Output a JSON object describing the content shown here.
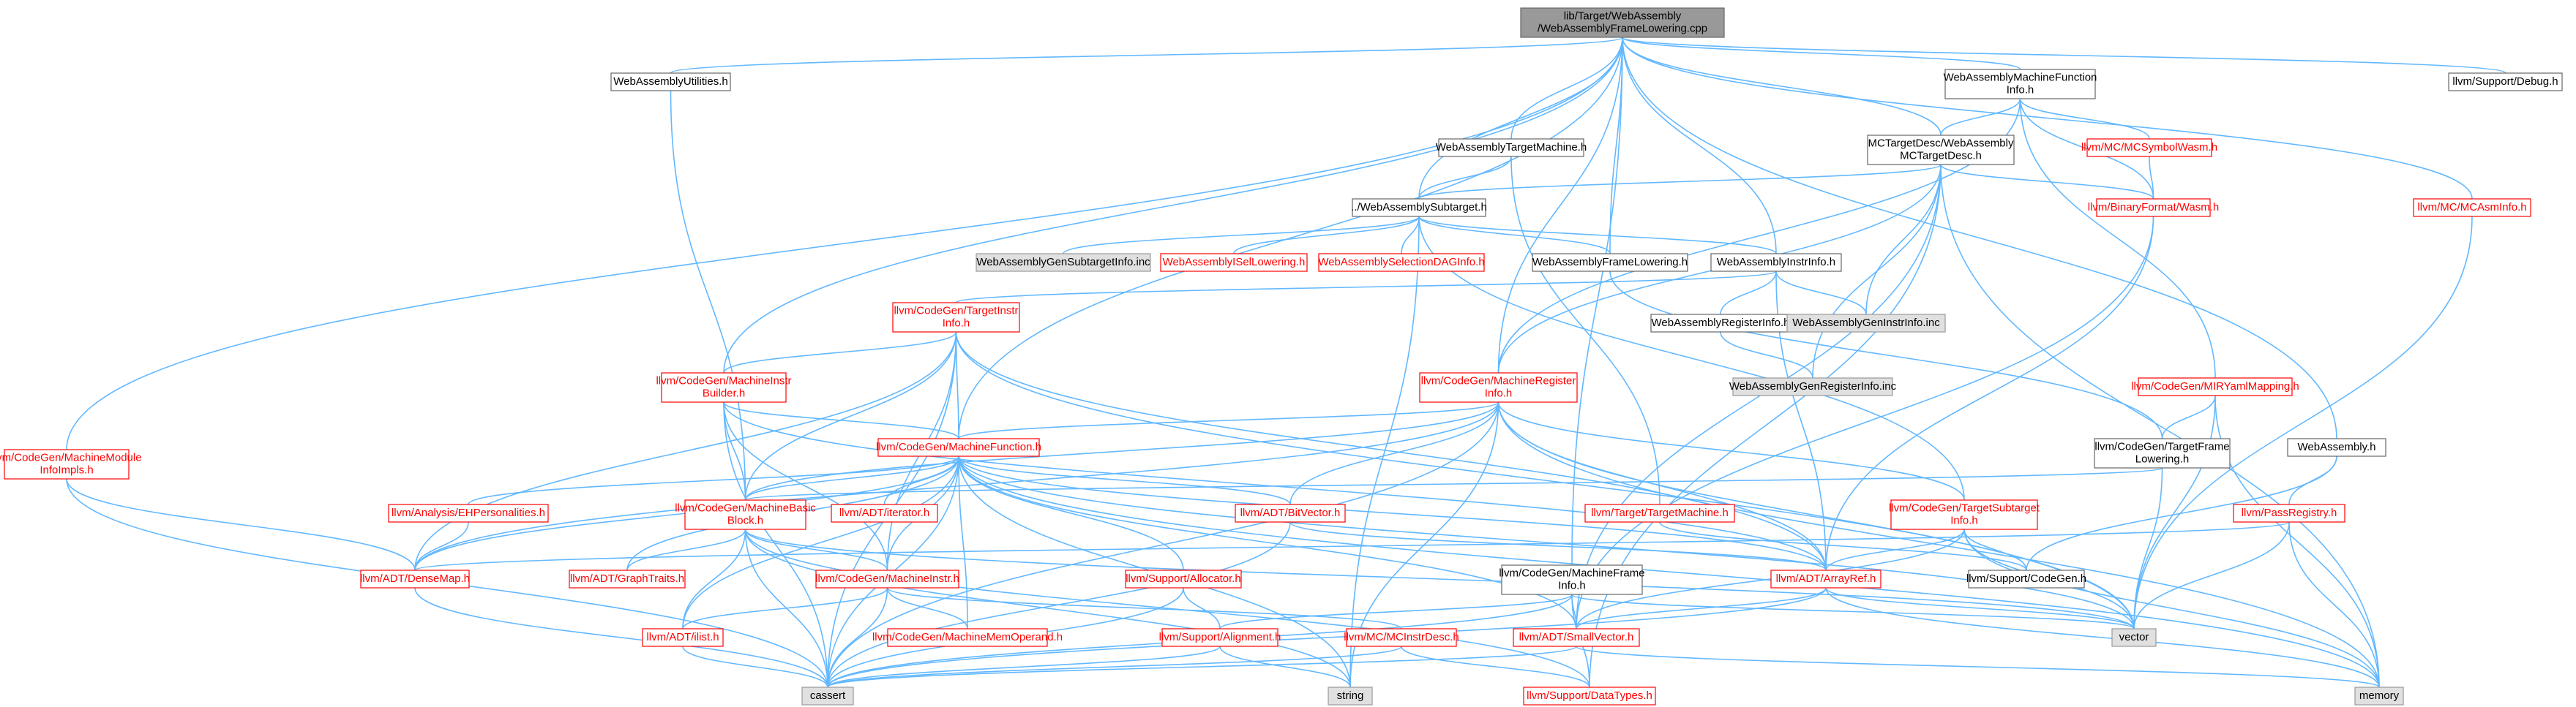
{
  "colors": {
    "edge": "#63b8ff",
    "root_fill": "#999999",
    "normal_border": "#666666",
    "linked_border": "#ff0000",
    "normal_text": "#000000",
    "linked_text": "#ff0000",
    "external_fill": "#e0e0e0",
    "external_border": "#999999"
  },
  "nodes": [
    {
      "id": "root",
      "label": [
        "lib/Target/WebAssembly",
        "/WebAssemblyFrameLowering.cpp"
      ],
      "kind": "root"
    },
    {
      "id": "utilities",
      "label": [
        "WebAssemblyUtilities.h"
      ],
      "kind": "normal"
    },
    {
      "id": "mfi",
      "label": [
        "WebAssemblyMachineFunction",
        "Info.h"
      ],
      "kind": "normal"
    },
    {
      "id": "debug",
      "label": [
        "llvm/Support/Debug.h"
      ],
      "kind": "normal"
    },
    {
      "id": "mmii",
      "label": [
        "llvm/CodeGen/MachineModule",
        "InfoImpls.h"
      ],
      "kind": "linked"
    },
    {
      "id": "tm",
      "label": [
        "WebAssemblyTargetMachine.h"
      ],
      "kind": "normal"
    },
    {
      "id": "mctd",
      "label": [
        "MCTargetDesc/WebAssembly",
        "MCTargetDesc.h"
      ],
      "kind": "normal"
    },
    {
      "id": "mcsw",
      "label": [
        "llvm/MC/MCSymbolWasm.h"
      ],
      "kind": "linked"
    },
    {
      "id": "bfw",
      "label": [
        "llvm/BinaryFormat/Wasm.h"
      ],
      "kind": "linked"
    },
    {
      "id": "mcai",
      "label": [
        "llvm/MC/MCAsmInfo.h"
      ],
      "kind": "linked"
    },
    {
      "id": "subtarget",
      "label": [
        "../WebAssemblySubtarget.h"
      ],
      "kind": "normal"
    },
    {
      "id": "gensub",
      "label": [
        "WebAssemblyGenSubtargetInfo.inc"
      ],
      "kind": "external"
    },
    {
      "id": "isel",
      "label": [
        "WebAssemblyISelLowering.h"
      ],
      "kind": "linked"
    },
    {
      "id": "seldag",
      "label": [
        "WebAssemblySelectionDAGInfo.h"
      ],
      "kind": "linked"
    },
    {
      "id": "fl",
      "label": [
        "WebAssemblyFrameLowering.h"
      ],
      "kind": "normal"
    },
    {
      "id": "instrinfo",
      "label": [
        "WebAssemblyInstrInfo.h"
      ],
      "kind": "normal"
    },
    {
      "id": "tii",
      "label": [
        "llvm/CodeGen/TargetInstr",
        "Info.h"
      ],
      "kind": "linked"
    },
    {
      "id": "reginfo",
      "label": [
        "WebAssemblyRegisterInfo.h"
      ],
      "kind": "normal"
    },
    {
      "id": "geninstr",
      "label": [
        "WebAssemblyGenInstrInfo.inc"
      ],
      "kind": "external"
    },
    {
      "id": "mib",
      "label": [
        "llvm/CodeGen/MachineInstr",
        "Builder.h"
      ],
      "kind": "linked"
    },
    {
      "id": "mri",
      "label": [
        "llvm/CodeGen/MachineRegister",
        "Info.h"
      ],
      "kind": "linked"
    },
    {
      "id": "genreg",
      "label": [
        "WebAssemblyGenRegisterInfo.inc"
      ],
      "kind": "external"
    },
    {
      "id": "mir",
      "label": [
        "llvm/CodeGen/MIRYamlMapping.h"
      ],
      "kind": "linked"
    },
    {
      "id": "mf",
      "label": [
        "llvm/CodeGen/MachineFunction.h"
      ],
      "kind": "linked"
    },
    {
      "id": "tfl",
      "label": [
        "llvm/CodeGen/TargetFrame",
        "Lowering.h"
      ],
      "kind": "normal"
    },
    {
      "id": "wasmh",
      "label": [
        "WebAssembly.h"
      ],
      "kind": "normal"
    },
    {
      "id": "ehp",
      "label": [
        "llvm/Analysis/EHPersonalities.h"
      ],
      "kind": "linked"
    },
    {
      "id": "mbb",
      "label": [
        "llvm/CodeGen/MachineBasic",
        "Block.h"
      ],
      "kind": "linked"
    },
    {
      "id": "iter",
      "label": [
        "llvm/ADT/iterator.h"
      ],
      "kind": "linked"
    },
    {
      "id": "bitvec",
      "label": [
        "llvm/ADT/BitVector.h"
      ],
      "kind": "linked"
    },
    {
      "id": "ttm",
      "label": [
        "llvm/Target/TargetMachine.h"
      ],
      "kind": "linked"
    },
    {
      "id": "tsi",
      "label": [
        "llvm/CodeGen/TargetSubtarget",
        "Info.h"
      ],
      "kind": "linked"
    },
    {
      "id": "passreg",
      "label": [
        "llvm/PassRegistry.h"
      ],
      "kind": "linked"
    },
    {
      "id": "densemap",
      "label": [
        "llvm/ADT/DenseMap.h"
      ],
      "kind": "linked"
    },
    {
      "id": "graphtraits",
      "label": [
        "llvm/ADT/GraphTraits.h"
      ],
      "kind": "linked"
    },
    {
      "id": "mi",
      "label": [
        "llvm/CodeGen/MachineInstr.h"
      ],
      "kind": "linked"
    },
    {
      "id": "alloc",
      "label": [
        "llvm/Support/Allocator.h"
      ],
      "kind": "linked"
    },
    {
      "id": "mfiframe",
      "label": [
        "llvm/CodeGen/MachineFrame",
        "Info.h"
      ],
      "kind": "normal"
    },
    {
      "id": "arrayref",
      "label": [
        "llvm/ADT/ArrayRef.h"
      ],
      "kind": "linked"
    },
    {
      "id": "codegen",
      "label": [
        "llvm/Support/CodeGen.h"
      ],
      "kind": "normal"
    },
    {
      "id": "ilist",
      "label": [
        "llvm/ADT/ilist.h"
      ],
      "kind": "linked"
    },
    {
      "id": "mmo",
      "label": [
        "llvm/CodeGen/MachineMemOperand.h"
      ],
      "kind": "linked"
    },
    {
      "id": "align",
      "label": [
        "llvm/Support/Alignment.h"
      ],
      "kind": "linked"
    },
    {
      "id": "mcid",
      "label": [
        "llvm/MC/MCInstrDesc.h"
      ],
      "kind": "linked"
    },
    {
      "id": "smallvec",
      "label": [
        "llvm/ADT/SmallVector.h"
      ],
      "kind": "linked"
    },
    {
      "id": "vector",
      "label": [
        "vector"
      ],
      "kind": "external"
    },
    {
      "id": "cassert",
      "label": [
        "cassert"
      ],
      "kind": "external"
    },
    {
      "id": "string",
      "label": [
        "string"
      ],
      "kind": "external"
    },
    {
      "id": "datatypes",
      "label": [
        "llvm/Support/DataTypes.h"
      ],
      "kind": "linked"
    },
    {
      "id": "memory",
      "label": [
        "memory"
      ],
      "kind": "external"
    }
  ],
  "edges": [
    [
      "root",
      "utilities"
    ],
    [
      "root",
      "mfi"
    ],
    [
      "root",
      "debug"
    ],
    [
      "root",
      "mmii"
    ],
    [
      "root",
      "tm"
    ],
    [
      "root",
      "subtarget"
    ],
    [
      "root",
      "fl"
    ],
    [
      "root",
      "instrinfo"
    ],
    [
      "root",
      "mib"
    ],
    [
      "root",
      "mri"
    ],
    [
      "root",
      "mf"
    ],
    [
      "root",
      "wasmh"
    ],
    [
      "root",
      "mcai"
    ],
    [
      "root",
      "mfiframe"
    ],
    [
      "root",
      "mctd"
    ],
    [
      "utilities",
      "mbb"
    ],
    [
      "mfi",
      "mctd"
    ],
    [
      "mfi",
      "mcsw"
    ],
    [
      "mfi",
      "bfw"
    ],
    [
      "mfi",
      "mir"
    ],
    [
      "mfi",
      "mri"
    ],
    [
      "mmii",
      "densemap"
    ],
    [
      "mmii",
      "cassert"
    ],
    [
      "tm",
      "subtarget"
    ],
    [
      "tm",
      "ttm"
    ],
    [
      "mctd",
      "subtarget"
    ],
    [
      "mctd",
      "bfw"
    ],
    [
      "mctd",
      "geninstr"
    ],
    [
      "mctd",
      "genreg"
    ],
    [
      "mctd",
      "memory"
    ],
    [
      "mctd",
      "datatypes"
    ],
    [
      "mctd",
      "smallvec"
    ],
    [
      "mctd",
      "mri"
    ],
    [
      "mcsw",
      "bfw"
    ],
    [
      "bfw",
      "arrayref"
    ],
    [
      "bfw",
      "smallvec"
    ],
    [
      "mcai",
      "vector"
    ],
    [
      "subtarget",
      "gensub"
    ],
    [
      "subtarget",
      "isel"
    ],
    [
      "subtarget",
      "seldag"
    ],
    [
      "subtarget",
      "fl"
    ],
    [
      "subtarget",
      "instrinfo"
    ],
    [
      "subtarget",
      "tsi"
    ],
    [
      "subtarget",
      "string"
    ],
    [
      "fl",
      "tfl"
    ],
    [
      "instrinfo",
      "tii"
    ],
    [
      "instrinfo",
      "reginfo"
    ],
    [
      "instrinfo",
      "geninstr"
    ],
    [
      "instrinfo",
      "arrayref"
    ],
    [
      "reginfo",
      "genreg"
    ],
    [
      "tii",
      "mib"
    ],
    [
      "tii",
      "mf"
    ],
    [
      "tii",
      "mbb"
    ],
    [
      "tii",
      "mi"
    ],
    [
      "tii",
      "densemap"
    ],
    [
      "tii",
      "arrayref"
    ],
    [
      "tii",
      "cassert"
    ],
    [
      "tii",
      "vector"
    ],
    [
      "mib",
      "mf"
    ],
    [
      "mib",
      "mbb"
    ],
    [
      "mib",
      "mi"
    ],
    [
      "mib",
      "cassert"
    ],
    [
      "mib",
      "arrayref"
    ],
    [
      "mri",
      "mf"
    ],
    [
      "mri",
      "mbb"
    ],
    [
      "mri",
      "bitvec"
    ],
    [
      "mri",
      "tsi"
    ],
    [
      "mri",
      "arrayref"
    ],
    [
      "mri",
      "densemap"
    ],
    [
      "mri",
      "cassert"
    ],
    [
      "mri",
      "vector"
    ],
    [
      "mri",
      "memory"
    ],
    [
      "mri",
      "string"
    ],
    [
      "mir",
      "tfl"
    ],
    [
      "mir",
      "vector"
    ],
    [
      "mir",
      "memory"
    ],
    [
      "mf",
      "ehp"
    ],
    [
      "mf",
      "mbb"
    ],
    [
      "mf",
      "iter"
    ],
    [
      "mf",
      "bitvec"
    ],
    [
      "mf",
      "densemap"
    ],
    [
      "mf",
      "graphtraits"
    ],
    [
      "mf",
      "ilist"
    ],
    [
      "mf",
      "mi"
    ],
    [
      "mf",
      "mmo"
    ],
    [
      "mf",
      "alloc"
    ],
    [
      "mf",
      "arrayref"
    ],
    [
      "mf",
      "smallvec"
    ],
    [
      "mf",
      "cassert"
    ],
    [
      "mf",
      "string"
    ],
    [
      "mf",
      "vector"
    ],
    [
      "mf",
      "memory"
    ],
    [
      "tfl",
      "mbb"
    ],
    [
      "tfl",
      "vector"
    ],
    [
      "wasmh",
      "passreg"
    ],
    [
      "wasmh",
      "codegen"
    ],
    [
      "ehp",
      "densemap"
    ],
    [
      "mbb",
      "ilist"
    ],
    [
      "mbb",
      "graphtraits"
    ],
    [
      "mbb",
      "mi"
    ],
    [
      "mbb",
      "cassert"
    ],
    [
      "mbb",
      "string"
    ],
    [
      "mbb",
      "vector"
    ],
    [
      "mbb",
      "datatypes"
    ],
    [
      "bitvec",
      "arrayref"
    ],
    [
      "bitvec",
      "cassert"
    ],
    [
      "ttm",
      "codegen"
    ],
    [
      "tsi",
      "arrayref"
    ],
    [
      "tsi",
      "codegen"
    ],
    [
      "tsi",
      "smallvec"
    ],
    [
      "tsi",
      "vector"
    ],
    [
      "tsi",
      "memory"
    ],
    [
      "passreg",
      "densemap"
    ],
    [
      "passreg",
      "memory"
    ],
    [
      "passreg",
      "vector"
    ],
    [
      "densemap",
      "cassert"
    ],
    [
      "mi",
      "ilist"
    ],
    [
      "mi",
      "mmo"
    ],
    [
      "mi",
      "mcid"
    ],
    [
      "mi",
      "cassert"
    ],
    [
      "alloc",
      "align"
    ],
    [
      "alloc",
      "cassert"
    ],
    [
      "mfiframe",
      "align"
    ],
    [
      "mfiframe",
      "smallvec"
    ],
    [
      "mfiframe",
      "vector"
    ],
    [
      "mfiframe",
      "cassert"
    ],
    [
      "mfiframe",
      "datatypes"
    ],
    [
      "arrayref",
      "smallvec"
    ],
    [
      "arrayref",
      "cassert"
    ],
    [
      "arrayref",
      "vector"
    ],
    [
      "arrayref",
      "memory"
    ],
    [
      "ilist",
      "cassert"
    ],
    [
      "align",
      "cassert"
    ],
    [
      "align",
      "string"
    ],
    [
      "mcid",
      "cassert"
    ],
    [
      "mcid",
      "datatypes"
    ],
    [
      "smallvec",
      "cassert"
    ],
    [
      "smallvec",
      "memory"
    ]
  ]
}
